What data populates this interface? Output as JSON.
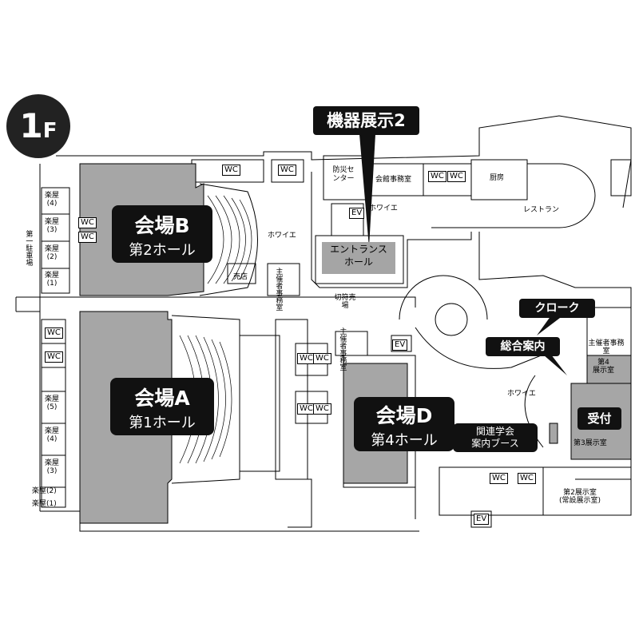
{
  "floor": {
    "label_num": "1",
    "label_letter": "F"
  },
  "callouts": {
    "booth2": "機器展示2",
    "cloak": "クローク",
    "info": "総合案内"
  },
  "halls": {
    "b": {
      "title": "会場B",
      "sub": "第2ホール"
    },
    "a": {
      "title": "会場A",
      "sub": "第1ホール"
    },
    "d": {
      "title": "会場D",
      "sub": "第4ホール"
    }
  },
  "reception": "受付",
  "society_booth": {
    "line1": "関連学会",
    "line2": "案内ブース"
  },
  "entrance_hall": {
    "line1": "エントランス",
    "line2": "ホール"
  },
  "labels": {
    "disaster_center": "防災センター",
    "hall_office": "会館事務室",
    "kitchen": "厨房",
    "restaurant": "レストラン",
    "foyer": "ホワイエ",
    "shop": "売店",
    "organizer_office": "主催者事務室",
    "ticket_booth": "切符売場",
    "organizer_office_right": "主催者事務室",
    "exhibit4_line1": "第4",
    "exhibit4_line2": "展示室",
    "exhibit3": "第3展示室",
    "exhibit2_line1": "第2展示室",
    "exhibit2_line2": "(常設展示室)",
    "parking": "第一駐車場",
    "ev": "EV",
    "wc": "WC"
  },
  "dressing_rooms": [
    {
      "name": "楽屋",
      "num": "(4)"
    },
    {
      "name": "楽屋",
      "num": "(3)"
    },
    {
      "name": "楽屋",
      "num": "(2)"
    },
    {
      "name": "楽屋",
      "num": "(1)"
    },
    {
      "name": "楽屋",
      "num": "(5)"
    },
    {
      "name": "楽屋",
      "num": "(4)"
    },
    {
      "name": "楽屋",
      "num": "(3)"
    },
    {
      "name": "楽屋",
      "num": "(2)"
    },
    {
      "name": "楽屋",
      "num": "(1)"
    }
  ],
  "colors": {
    "gray_room": "#a6a6a6",
    "badge": "#111111",
    "line": "#000000"
  }
}
